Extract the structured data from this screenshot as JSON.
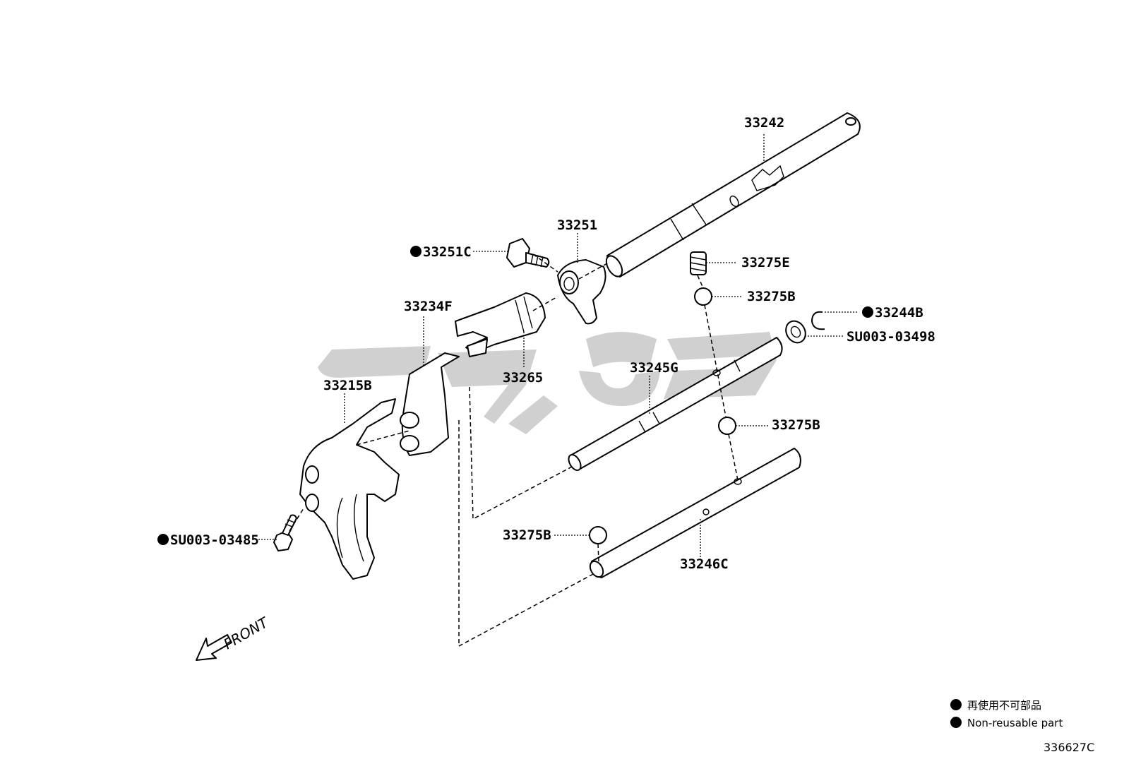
{
  "labels": {
    "p33242": "33242",
    "p33251": "33251",
    "p33251C": "33251C",
    "p33275E": "33275E",
    "p33275B_a": "33275B",
    "p33244B": "33244B",
    "pSU003_03498": "SU003-03498",
    "p33234F": "33234F",
    "p33265": "33265",
    "p33245G": "33245G",
    "p33215B": "33215B",
    "p33275B_b": "33275B",
    "p33275B_c": "33275B",
    "p33246C": "33246C",
    "pSU003_03485": "SU003-03485"
  },
  "front_label": "FRONT",
  "legend": {
    "japanese": "再使用不可部品",
    "english": "Non-reusable part"
  },
  "diagram_id": "336627C",
  "colors": {
    "line": "#000000",
    "watermark": "#c8c8c8"
  }
}
